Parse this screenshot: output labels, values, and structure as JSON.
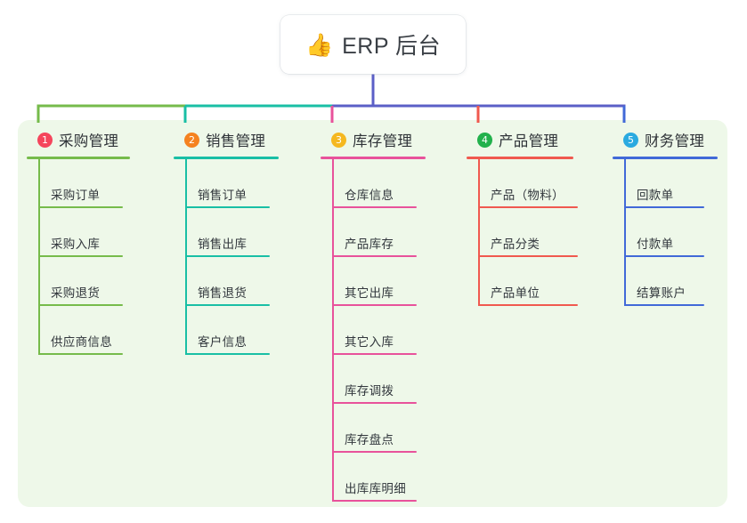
{
  "title": {
    "emoji": "👍",
    "emoji_name": "thumbs-up-icon",
    "text": "ERP 后台"
  },
  "colors": {
    "page_background": "#ffffff",
    "panel_background": "#eef8e9",
    "title_text": "#3a3f45",
    "item_text": "#32373d",
    "trunk_line": "#5b5fc7"
  },
  "columns": [
    {
      "number": "1",
      "title": "采购管理",
      "badge_color": "#f5455c",
      "line_color": "#76bb4b",
      "items": [
        {
          "label": "采购订单"
        },
        {
          "label": "采购入库"
        },
        {
          "label": "采购退货"
        },
        {
          "label": "供应商信息"
        }
      ]
    },
    {
      "number": "2",
      "title": "销售管理",
      "badge_color": "#f58220",
      "line_color": "#19bfa5",
      "items": [
        {
          "label": "销售订单"
        },
        {
          "label": "销售出库"
        },
        {
          "label": "销售退货"
        },
        {
          "label": "客户信息"
        }
      ]
    },
    {
      "number": "3",
      "title": "库存管理",
      "badge_color": "#f5b820",
      "line_color": "#e8529b",
      "items": [
        {
          "label": "仓库信息"
        },
        {
          "label": "产品库存"
        },
        {
          "label": "其它出库"
        },
        {
          "label": "其它入库"
        },
        {
          "label": "库存调拨"
        },
        {
          "label": "库存盘点"
        },
        {
          "label": "出库库明细"
        }
      ]
    },
    {
      "number": "4",
      "title": "产品管理",
      "badge_color": "#22b14c",
      "line_color": "#f0594f",
      "items": [
        {
          "label": "产品（物料）"
        },
        {
          "label": "产品分类"
        },
        {
          "label": "产品单位"
        }
      ]
    },
    {
      "number": "5",
      "title": "财务管理",
      "badge_color": "#2aaae0",
      "line_color": "#4169d8",
      "items": [
        {
          "label": "回款单"
        },
        {
          "label": "付款单"
        },
        {
          "label": "结算账户"
        }
      ]
    }
  ]
}
